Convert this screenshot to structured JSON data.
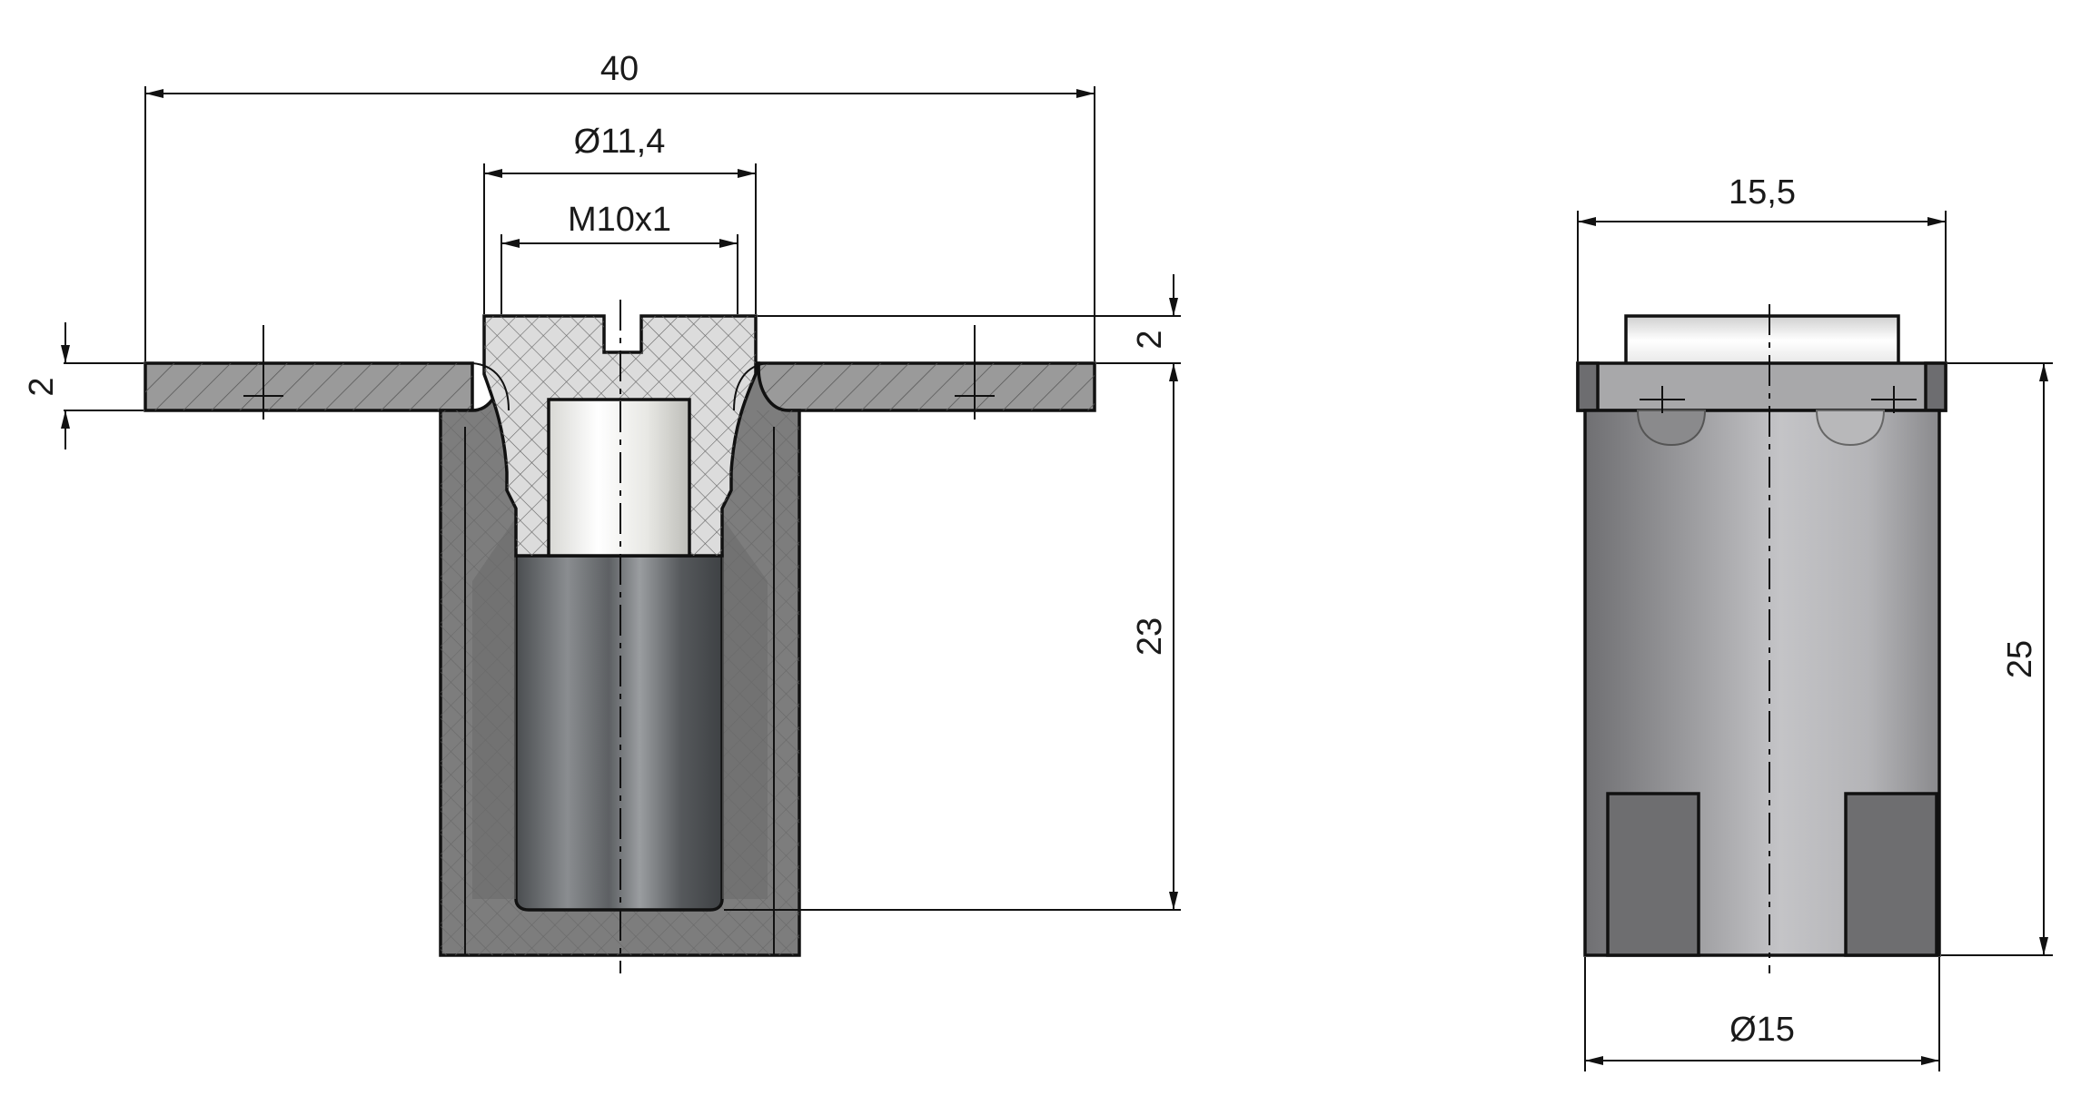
{
  "drawing": {
    "dimensions": {
      "overall_flange_width": "40",
      "flange_hole_diameter": "Ø11,4",
      "thread": "M10x1",
      "flange_thickness": "2",
      "head_protrusion": "2",
      "body_length_section": "23",
      "side_top_width": "15,5",
      "side_total_height": "25",
      "side_body_diameter": "Ø15"
    },
    "colors": {
      "flange_fill": "#9a9a9a",
      "body_fill": "#7d7d7d",
      "insert_fill": "#dcdcdc",
      "bore_fill": "#6b6e70",
      "line": "#111111"
    }
  }
}
